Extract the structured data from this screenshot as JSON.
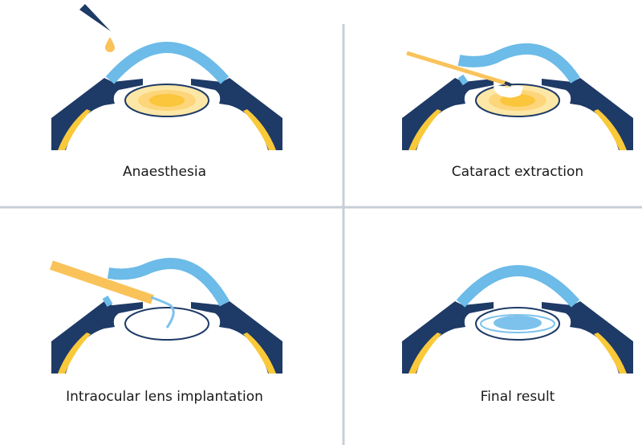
{
  "panels": [
    {
      "label": "Anaesthesia"
    },
    {
      "label": "Cataract extraction"
    },
    {
      "label": "Intraocular lens implantation"
    },
    {
      "label": "Final result"
    }
  ],
  "colors": {
    "sclera": "#1e3a66",
    "cornea": "#6cbbe8",
    "lens_outer": "#fde7a6",
    "lens_mid": "#fdd57a",
    "lens_core": "#fbc53c",
    "choroid": "#f9c93a",
    "divider": "#c8ced6",
    "iol": "#7cc2ec"
  }
}
